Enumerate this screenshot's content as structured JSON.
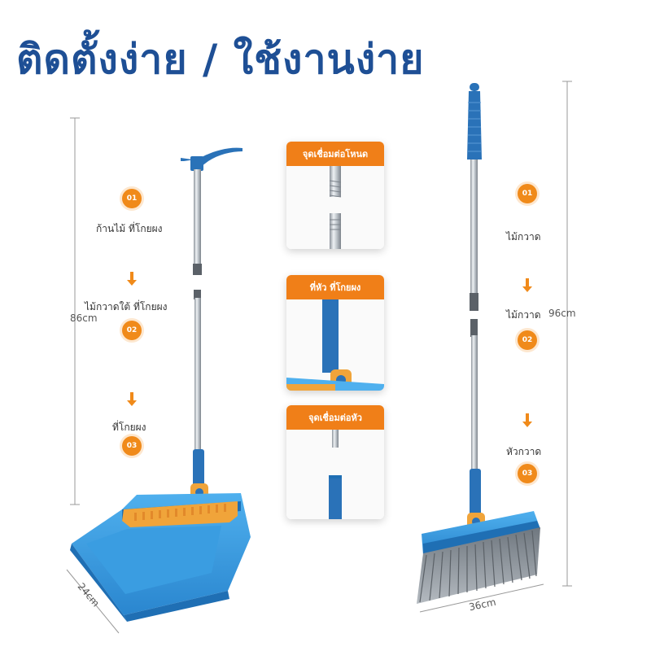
{
  "title": "ติดตั้งง่าย / ใช้งานง่าย",
  "left": {
    "steps": [
      {
        "num": "01",
        "label": "ก้านไม้ ที่โกยผง"
      },
      {
        "num": "02",
        "label": "ไม้กวาดใต้ ที่โกยผง"
      },
      {
        "num": "03",
        "label": "ที่โกยผง"
      }
    ],
    "height_dim": "86cm",
    "width_dim": "24cm"
  },
  "panels": [
    {
      "title": "จุดเชื่อมต่อโหนด"
    },
    {
      "title": "ที่หัว ที่โกยผง"
    },
    {
      "title": "จุดเชื่อมต่อหัว"
    }
  ],
  "right": {
    "steps": [
      {
        "num": "01",
        "label": "ไม้กวาด"
      },
      {
        "num": "02",
        "label": "ไม้กวาด"
      },
      {
        "num": "03",
        "label": "หัวกวาด"
      }
    ],
    "height_dim": "96cm",
    "width_dim": "36cm"
  },
  "colors": {
    "title": "#1e4f95",
    "accent": "#f08a1a",
    "product_blue": "#2f8fd6",
    "handle_blue": "#2a72b8",
    "steel": "#c8cdd3"
  }
}
